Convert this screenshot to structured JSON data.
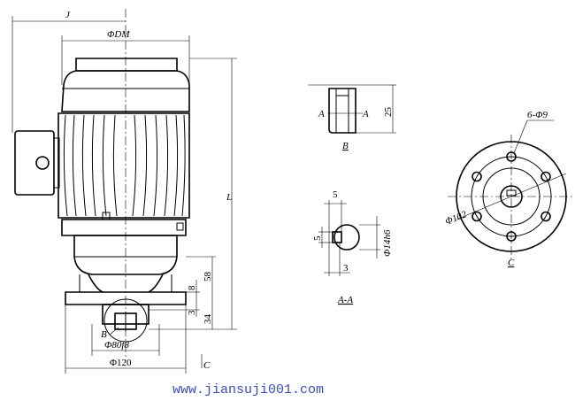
{
  "motor_view": {
    "dim_j": "J",
    "dim_dm": "ΦDM",
    "dim_l": "L",
    "dim_58": "58",
    "dim_8": "8",
    "dim_3": "3",
    "dim_34": "34",
    "dim_spigot": "Φ80f8",
    "dim_flange": "Φ120",
    "label_b": "B",
    "label_c": "C"
  },
  "view_b": {
    "label_a_left": "A",
    "label_a_right": "A",
    "dim_25": "25",
    "caption": "B"
  },
  "section_aa": {
    "dim_5_top": "5",
    "dim_5_left": "5",
    "dim_3": "3",
    "dim_shaft": "Φ14h6",
    "caption": "A-A"
  },
  "view_c": {
    "dim_holes": "6-Φ9",
    "dim_pcd": "Φ102",
    "caption": "C"
  },
  "watermark": "www.jiansuji001.com"
}
